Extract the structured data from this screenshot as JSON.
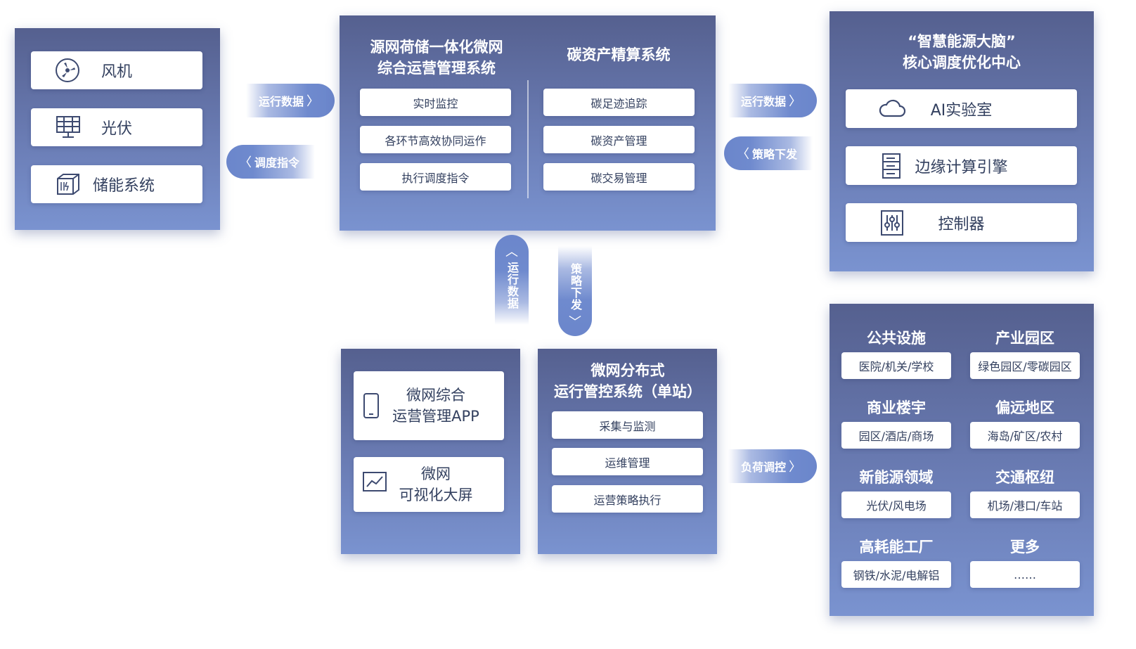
{
  "sources": {
    "items": [
      {
        "label": "风机",
        "icon": "wind-turbine-icon"
      },
      {
        "label": "光伏",
        "icon": "solar-panel-icon"
      },
      {
        "label": "储能系统",
        "icon": "battery-storage-icon"
      }
    ]
  },
  "arrows": {
    "run_data_1": "运行数据",
    "dispatch_cmd": "调度指令",
    "run_data_2": "运行数据",
    "strategy_1": "策略下发",
    "run_data_3": "运行数据",
    "strategy_2": "策略下发",
    "load_control": "负荷调控"
  },
  "main": {
    "left_title": "源网荷储一体化微网\n综合运营管理系统",
    "left_items": [
      "实时监控",
      "各环节高效协同运作",
      "执行调度指令"
    ],
    "right_title": "碳资产精算系统",
    "right_items": [
      "碳足迹追踪",
      "碳资产管理",
      "碳交易管理"
    ]
  },
  "brain": {
    "title": "“智慧能源大脑”\n核心调度优化中心",
    "items": [
      {
        "label": "AI实验室",
        "icon": "cloud-icon"
      },
      {
        "label": "边缘计算引擎",
        "icon": "server-icon"
      },
      {
        "label": "控制器",
        "icon": "sliders-icon"
      }
    ]
  },
  "app_panel": {
    "items": [
      {
        "label": "微网综合\n运营管理APP",
        "icon": "phone-icon"
      },
      {
        "label": "微网\n可视化大屏",
        "icon": "chart-screen-icon"
      }
    ]
  },
  "station": {
    "title": "微网分布式\n运行管控系统（单站）",
    "items": [
      "采集与监测",
      "运维管理",
      "运营策略执行"
    ]
  },
  "scenarios": {
    "groups": [
      {
        "title": "公共设施",
        "detail": "医院/机关/学校"
      },
      {
        "title": "产业园区",
        "detail": "绿色园区/零碳园区"
      },
      {
        "title": "商业楼宇",
        "detail": "园区/酒店/商场"
      },
      {
        "title": "偏远地区",
        "detail": "海岛/矿区/农村"
      },
      {
        "title": "新能源领域",
        "detail": "光伏/风电场"
      },
      {
        "title": "交通枢纽",
        "detail": "机场/港口/车站"
      },
      {
        "title": "高耗能工厂",
        "detail": "钢铁/水泥/电解铝"
      },
      {
        "title": "更多",
        "detail": "……"
      }
    ]
  },
  "colors": {
    "panel_top": "#55608f",
    "panel_bottom": "#7a93d0",
    "arrow": "#6f8ace",
    "card_text": "#33405f"
  }
}
